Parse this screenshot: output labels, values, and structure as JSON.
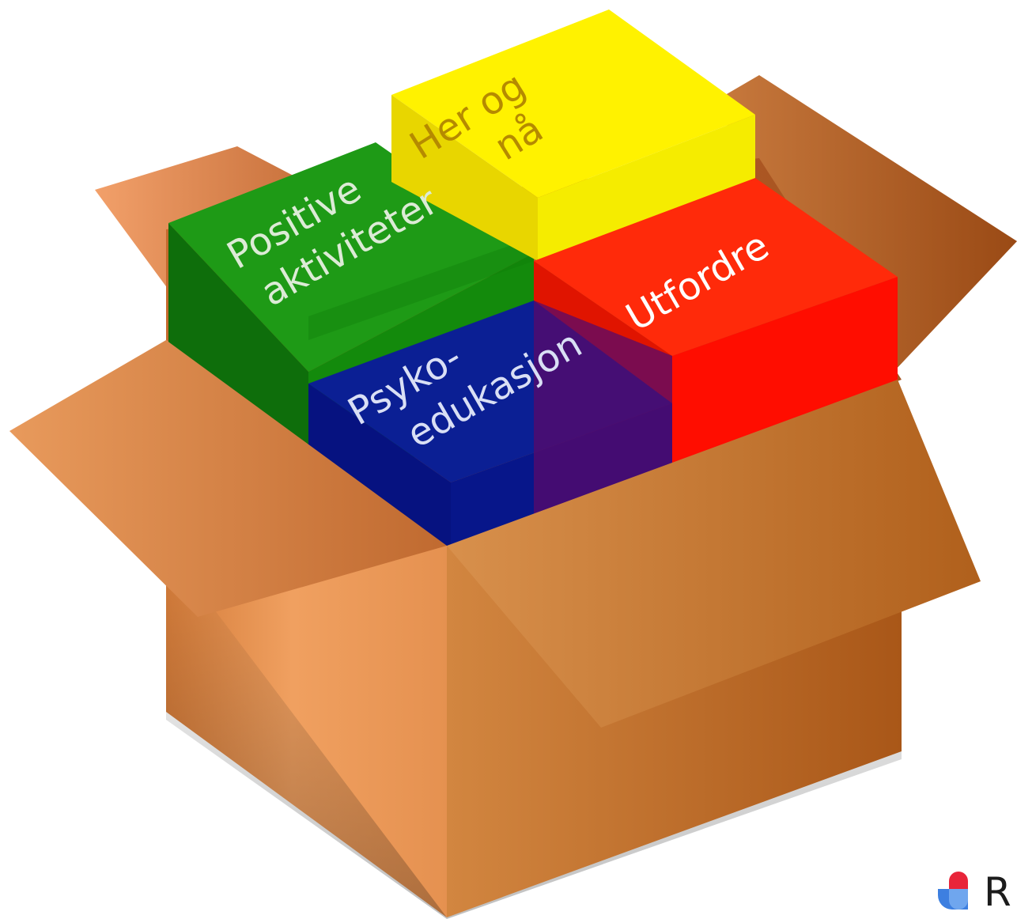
{
  "blocks": {
    "her_og_na": {
      "line1": "Her og",
      "line2": "nå",
      "color": "#f5ec00",
      "text_color": "#b58a00"
    },
    "positive": {
      "line1": "Positive",
      "line2": "aktiviteter",
      "color": "#138a0c",
      "text_color": "#dcebd6"
    },
    "utfordre": {
      "line1": "Utfordre",
      "color": "#ff1a00",
      "text_color": "#ffffff"
    },
    "psyko": {
      "line1": "Psyko-",
      "line2": "edukasjon",
      "color": "#0a1a8c",
      "text_color": "#d9dff5"
    }
  },
  "box": {
    "color": "#d98a45"
  },
  "logo": {
    "letter": "R",
    "icon": "logo-mark-icon"
  }
}
